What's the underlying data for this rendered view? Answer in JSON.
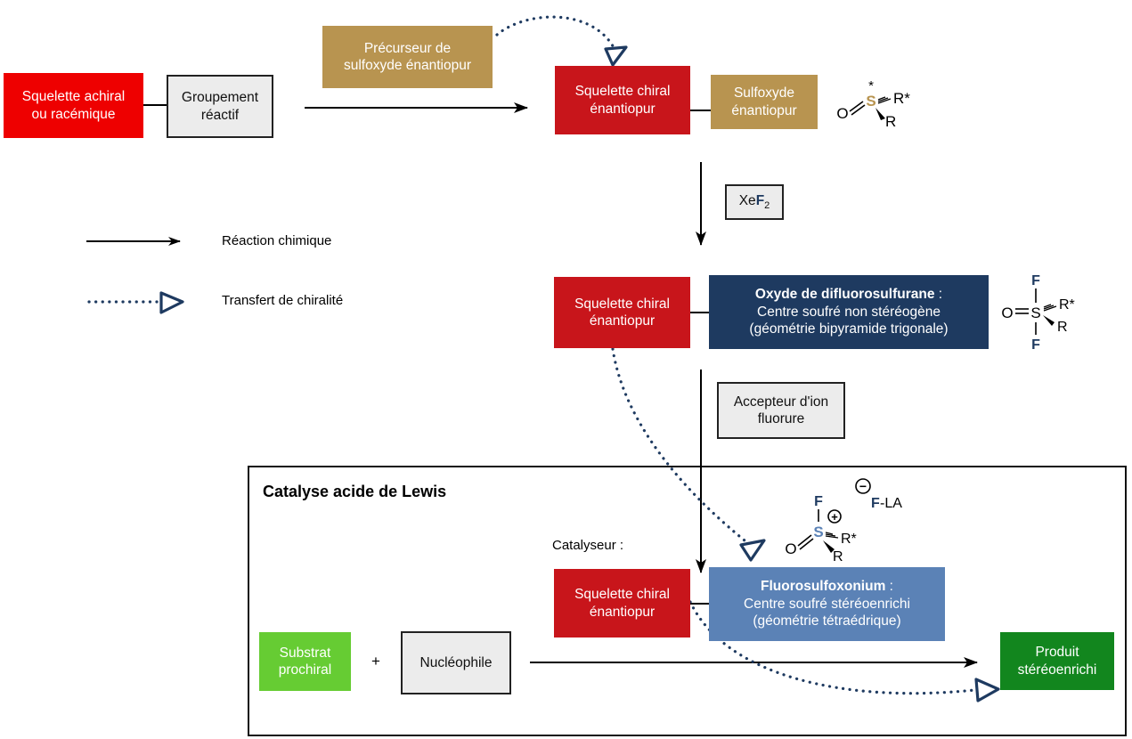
{
  "boxes": {
    "achiral": [
      "Squelette achiral",
      "ou racémique"
    ],
    "reactive": [
      "Groupement",
      "réactif"
    ],
    "precursor": [
      "Précurseur de",
      "sulfoxyde énantiopur"
    ],
    "chiral1": [
      "Squelette chiral",
      "énantiopur"
    ],
    "sulfoxide": [
      "Sulfoxyde",
      "énantiopur"
    ],
    "chiral2": [
      "Squelette chiral",
      "énantiopur"
    ],
    "oxide_title": "Oxyde de difluorosulfurane",
    "oxide_colon": " :",
    "oxide_lines": [
      "Centre soufré non stéréogène",
      "(géométrie bipyramide trigonale)"
    ],
    "acceptor": [
      "Accepteur d'ion",
      "fluorure"
    ],
    "chiral3": [
      "Squelette chiral",
      "énantiopur"
    ],
    "fluoro_title": "Fluorosulfoxonium",
    "fluoro_colon": " :",
    "fluoro_lines": [
      "Centre soufré stéréoenrichi",
      "(géométrie tétraédrique)"
    ],
    "substrate": [
      "Substrat",
      "prochiral"
    ],
    "nucleophile": "Nucléophile",
    "product": [
      "Produit",
      "stéréoenrichi"
    ]
  },
  "reagents": {
    "xef2_xe": "Xe",
    "xef2_f": "F",
    "xef2_sub": "2"
  },
  "legend": {
    "reaction": "Réaction chimique",
    "transfer": "Transfert de chiralité"
  },
  "panel": {
    "title": "Catalyse acide de Lewis",
    "catalyst_label": "Catalyseur :",
    "plus": "+"
  },
  "molecules": {
    "sulfoxide": {
      "O": "O",
      "S": "S",
      "star": "*",
      "R_star": "R*",
      "R": "R"
    },
    "difluoro": {
      "O": "O",
      "S": "S",
      "F_top": "F",
      "F_bottom": "F",
      "R_star": "R*",
      "R": "R"
    },
    "fluorosulfoxonium": {
      "O": "O",
      "S": "S",
      "F": "F",
      "R_star": "R*",
      "R": "R",
      "plus": "+"
    },
    "counterion": {
      "minus": "−",
      "F": "F",
      "LA": "-LA"
    }
  },
  "colors": {
    "achiral": "#ee0000",
    "chiral": "#c8151b",
    "sulfoxide": "#b89450",
    "oxide": "#1e3a60",
    "fluorosulfoxonium": "#5b82b6",
    "substrate": "#66cc33",
    "product": "#12861e",
    "reagent_box": "#ececec",
    "dotted": "#1e3a60",
    "fluorine": "#1e3a60",
    "sulfur_sulfoxide": "#b89450",
    "sulfur_fluoro": "#5b82b6"
  }
}
